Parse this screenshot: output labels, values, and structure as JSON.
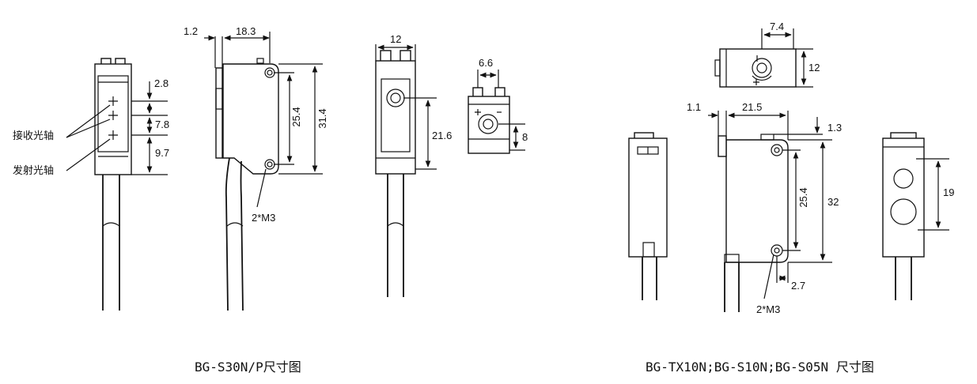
{
  "left_drawing": {
    "caption": "BG-S30N/P尺寸图",
    "labels": {
      "receive_axis": "接收光轴",
      "emit_axis": "发射光轴",
      "m3": "2*M3"
    },
    "dims": {
      "d_2_8": "2.8",
      "d_7_8": "7.8",
      "d_9_7": "9.7",
      "d_1_2": "1.2",
      "d_18_3": "18.3",
      "d_25_4": "25.4",
      "d_31_4": "31.4",
      "d_12": "12",
      "d_21_6": "21.6",
      "d_6_6": "6.6",
      "d_8": "8"
    }
  },
  "right_drawing": {
    "caption": "BG-TX10N;BG-S10N;BG-S05N 尺寸图",
    "labels": {
      "m3": "2*M3"
    },
    "dims": {
      "d_7_4": "7.4",
      "d_12": "12",
      "d_1_1": "1.1",
      "d_21_5": "21.5",
      "d_1_3": "1.3",
      "d_25_4": "25.4",
      "d_32": "32",
      "d_2_7": "2.7",
      "d_19": "19"
    }
  }
}
